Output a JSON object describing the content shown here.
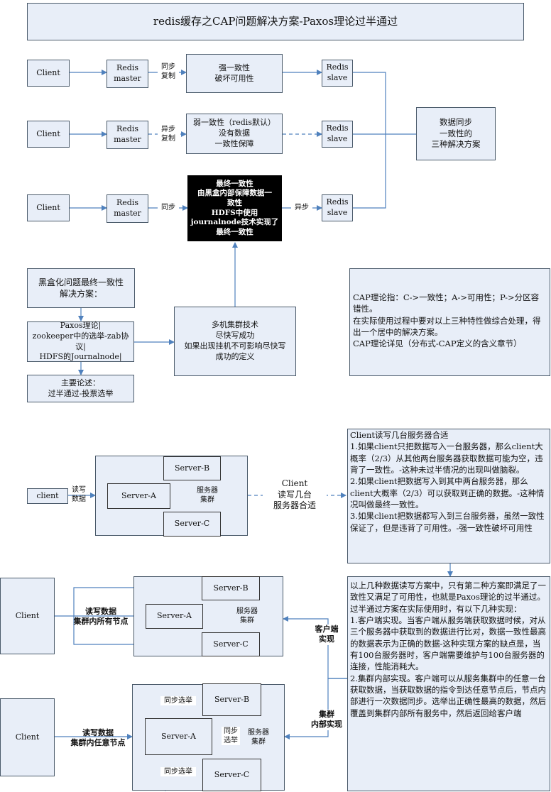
{
  "title": "redis缓存之CAP问题解决方案-Paxos理论过半通过",
  "row1": {
    "client": "Client",
    "master": "Redis\nmaster",
    "link": "同步\n复制",
    "middle": "强一致性\n破坏可用性",
    "slave": "Redis\nslave"
  },
  "row2": {
    "client": "Client",
    "master": "Redis\nmaster",
    "link": "异步\n复制",
    "middle": "弱一致性（redis默认）\n没有数据\n一致性保障",
    "slave": "Redis\nslave"
  },
  "row3": {
    "client": "Client",
    "master": "Redis\nmaster",
    "link": "同步",
    "middle": "最终一致性\n由黑盒内部保障数据一\n致性\nHDFS中使用\njournalnode技术实现了\n最终一致性",
    "link2": "异步",
    "slave": "Redis\nslave"
  },
  "sync_solutions": "数据同步\n一致性的\n三种解决方案",
  "blackbox": {
    "question": "黑盒化问题最终一致性\n解决方案：",
    "theories": "Paxos理论|\nzookeeper中的选举-zab协议|\nHDFS的Journalnode|",
    "main_point": "主要论述：\n过半通过-投票选举",
    "cluster_tech": "多机集群技术\n尽快写成功\n如果出现挂机不可影响尽快写\n成功的定义"
  },
  "cap_note": "CAP理论指：C->一致性；A->可用性；P->分区容错性。\n在实际使用过程中要对以上三种特性做综合处理，得出一个居中的解决方案。\nCAP理论详见（分布式-CAP定义的含义章节）",
  "section2": {
    "client": "client",
    "rw_label": "读写\n数据",
    "server_a": "Server-A",
    "server_b": "Server-B",
    "server_c": "Server-C",
    "cluster": "服务器\n集群",
    "question": "Client\n读写几台\n服务器合适",
    "explain": "Client读写几台服务器合适\n1.如果client只把数据写入一台服务器，那么client大概率（2/3）从其他两台服务器获取数据可能为空，违背了一致性。-这种未过半情况的出现叫做脑裂。\n2.如果client把数据写入到其中两台服务器，那么client大概率（2/3）可以获取到正确的数据。-这种情况叫做最终一致性。\n3.如果client把数据都写入到三台服务器，虽然一致性保证了，但是违背了可用性。-强一致性破坏可用性"
  },
  "section3": {
    "client": "Client",
    "rw_label": "读写数据\n集群内所有节点",
    "server_a": "Server-A",
    "server_b": "Server-B",
    "server_c": "Server-C",
    "cluster": "服务器\n集群",
    "impl_label": "客户端\n实现"
  },
  "section4": {
    "client": "Client",
    "rw_label": "读写数据\n集群内任意节点",
    "server_a": "Server-A",
    "server_b": "Server-B",
    "server_c": "Server-C",
    "cluster": "服务器\n集群",
    "elect_top": "同步选举",
    "elect_mid": "同步\n选举",
    "elect_bottom": "同步选举",
    "impl_label": "集群\n内部实现"
  },
  "conclusion": "以上几种数据读写方案中，只有第二种方案即满足了一致性又满足了可用性，也就是Paxos理论的过半通过。\n过半通过方案在实际使用时，有以下几种实现：\n1.客户端实现。当客户端从服务端获取数据时候，对从三个服务器中获取到的数据进行比对，数据一致性最高的数据表示为正确的数据-这种实现方案的缺点是，当有100台服务器时，客户端需要维护与100台服务器的连接，性能消耗大。\n2.集群内部实现。客户端可以从服务集群中的任意一台获取数据，当获取数据的指令到达任意节点后，节点内部进行一次数据同步。选举出正确性最高的数据，然后覆盖到集群内部所有服务中，然后返回给客户端",
  "colors": {
    "box_fill": "#e8eef8",
    "box_border": "#4a5a6a",
    "arrow": "#4f81bd",
    "dark_box": "#000000"
  }
}
